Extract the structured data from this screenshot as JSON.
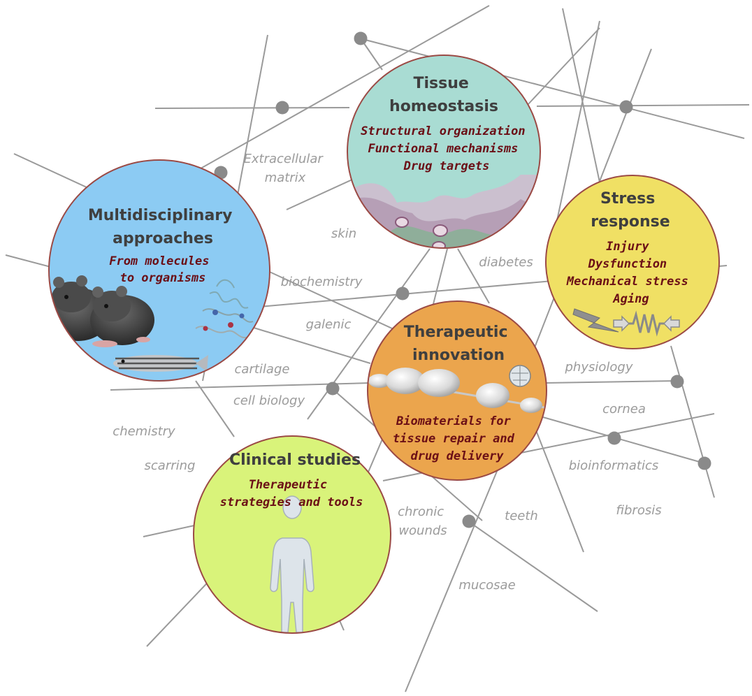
{
  "colors": {
    "line": "#9a9a9a",
    "node": "#8a8a8a",
    "circle_border": "#9b4a45",
    "title_text": "#3f3f3f",
    "subtitle_text": "#6b0f16",
    "keyword_text": "#9b9b9b",
    "tissue_fill": "#a9dcd3",
    "multidisciplinary_fill": "#8ccbf3",
    "stress_fill": "#f0e064",
    "therapeutic_fill": "#eba54d",
    "clinical_fill": "#d9f37a"
  },
  "circles": {
    "tissue": {
      "title": [
        "Tissue",
        "homeostasis"
      ],
      "subtitle": [
        "Structural organization",
        "Functional mechanisms",
        "Drug targets"
      ],
      "image": "skin-histology"
    },
    "multidisciplinary": {
      "title": [
        "Multidisciplinary",
        "approaches"
      ],
      "subtitle": [
        "From molecules",
        "to organisms"
      ],
      "image": "rats-protein-zebrafish"
    },
    "stress": {
      "title": [
        "Stress",
        "response"
      ],
      "subtitle": [
        "Injury",
        "Dysfunction",
        "Mechanical stress",
        "Aging"
      ],
      "image": "lightning-spring-icon"
    },
    "therapeutic": {
      "title": [
        "Therapeutic",
        "innovation"
      ],
      "subtitle": [
        "Biomaterials for",
        "tissue repair and",
        "drug delivery"
      ],
      "image": "biomaterial-particles"
    },
    "clinical": {
      "title": [
        "Clinical studies"
      ],
      "subtitle": [
        "Therapeutic",
        "strategies and tools"
      ],
      "image": "human-silhouette"
    }
  },
  "keywords": {
    "extracellular_matrix": [
      "Extracellular",
      "matrix"
    ],
    "skin": "skin",
    "diabetes": "diabetes",
    "biochemistry": "biochemistry",
    "galenic": "galenic",
    "cartilage": "cartilage",
    "cell_biology": "cell biology",
    "chemistry": "chemistry",
    "scarring": "scarring",
    "physiology": "physiology",
    "cornea": "cornea",
    "bioinformatics": "bioinformatics",
    "fibrosis": "fibrosis",
    "teeth": "teeth",
    "chronic_wounds": [
      "chronic",
      "wounds"
    ],
    "mucosae": "mucosae"
  }
}
